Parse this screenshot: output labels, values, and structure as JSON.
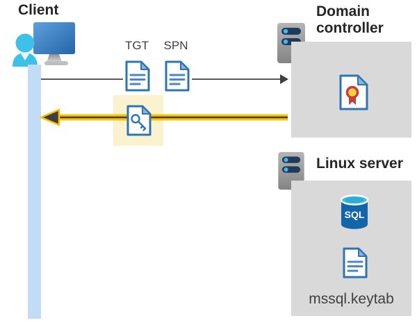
{
  "client": {
    "label": "Client"
  },
  "request_flow": {
    "tgt_label": "TGT",
    "spn_label": "SPN"
  },
  "domain_controller": {
    "label": "Domain controller"
  },
  "linux_server": {
    "label": "Linux server",
    "sql_badge": "SQL",
    "keytab_label": "mssql.keytab"
  },
  "colors": {
    "accent_yellow": "#FFC000",
    "highlight_yellow": "#FBF3CF",
    "panel_gray": "#D9D9D9",
    "doc_blue": "#2E74B5",
    "arrow_dark": "#404040",
    "client_cyan": "#3EC1E9",
    "timeline_blue": "#C3DCF6",
    "server_navy": "#203A5C",
    "server_dot_blue": "#44B8E8",
    "sql_body_blue": "#1265A8",
    "cert_red": "#C43E3E",
    "cert_yellow": "#FFD43B"
  }
}
